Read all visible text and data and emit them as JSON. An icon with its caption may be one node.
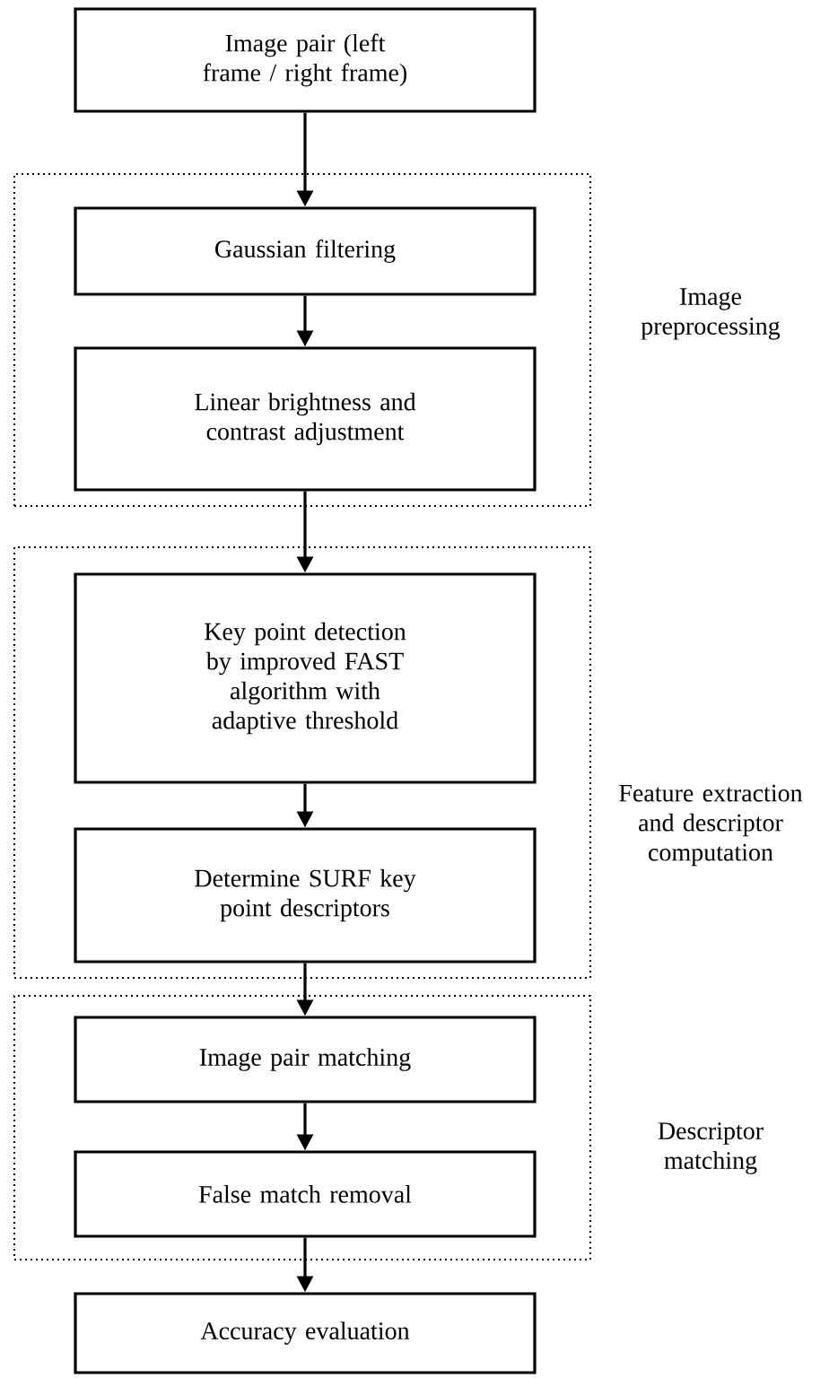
{
  "diagram": {
    "nodes": [
      {
        "text": [
          "Image pair (left frame / right frame)"
        ]
      },
      {
        "text": [
          "Image preprocessing"
        ]
      },
      {
        "text": [
          "Gaussian filtering"
        ],
        "in": 1
      },
      {
        "text": [
          "Linear brightness and contrast adjustment"
        ],
        "in": 1
      },
      {
        "text": [
          "Feature extraction and descriptor computation"
        ]
      },
      {
        "text": [
          "Key point detection by improved FAST algorithm with adaptive threshold"
        ],
        "in": 4
      },
      {
        "text": [
          "Determine SURF key point descriptors"
        ],
        "in": 4
      },
      {
        "text": [
          "Descriptor matching"
        ]
      },
      {
        "text": [
          "Image pair matching"
        ],
        "in": 7
      },
      {
        "text": [
          "False match removal"
        ],
        "in": 7
      },
      {
        "text": [
          "Accuracy evaluation"
        ]
      }
    ],
    "edges": [
      {
        "from": 0,
        "to": 2,
        "arrow": "to"
      },
      {
        "from": 2,
        "to": 3,
        "arrow": "to"
      },
      {
        "from": 3,
        "to": 5,
        "arrow": "to"
      },
      {
        "from": 5,
        "to": 6,
        "arrow": "to"
      },
      {
        "from": 6,
        "to": 8,
        "arrow": "to"
      },
      {
        "from": 8,
        "to": 9,
        "arrow": "to"
      },
      {
        "from": 9,
        "to": 10,
        "arrow": "to"
      }
    ]
  }
}
